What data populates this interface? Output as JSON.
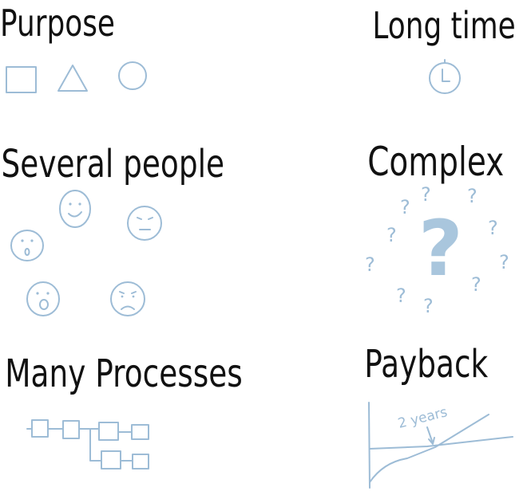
{
  "sections": {
    "purpose": {
      "title": "Purpose"
    },
    "long_time": {
      "title": "Long time"
    },
    "several_people": {
      "title": "Several people"
    },
    "complex": {
      "title": "Complex",
      "marks": [
        "?",
        "?",
        "?",
        "?",
        "?",
        "?",
        "?",
        "?",
        "?",
        "?",
        "?"
      ]
    },
    "many_processes": {
      "title": "Many Processes"
    },
    "payback": {
      "title": "Payback",
      "annotation": "2 years"
    }
  },
  "colors": {
    "ink": "#111111",
    "accent": "#9dbcd6",
    "big_question": "#a9c6dd"
  }
}
